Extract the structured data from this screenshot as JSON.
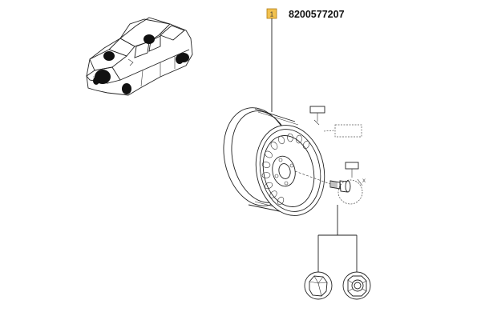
{
  "callout": {
    "number": "1",
    "part_number": "8200577207",
    "badge_color": "#f2c24f"
  },
  "icons": [
    "car-location-icon",
    "wheel-rim-icon",
    "wheel-bolt-icon",
    "bolt-head-icon",
    "bolt-cap-icon"
  ],
  "x_label": "X"
}
